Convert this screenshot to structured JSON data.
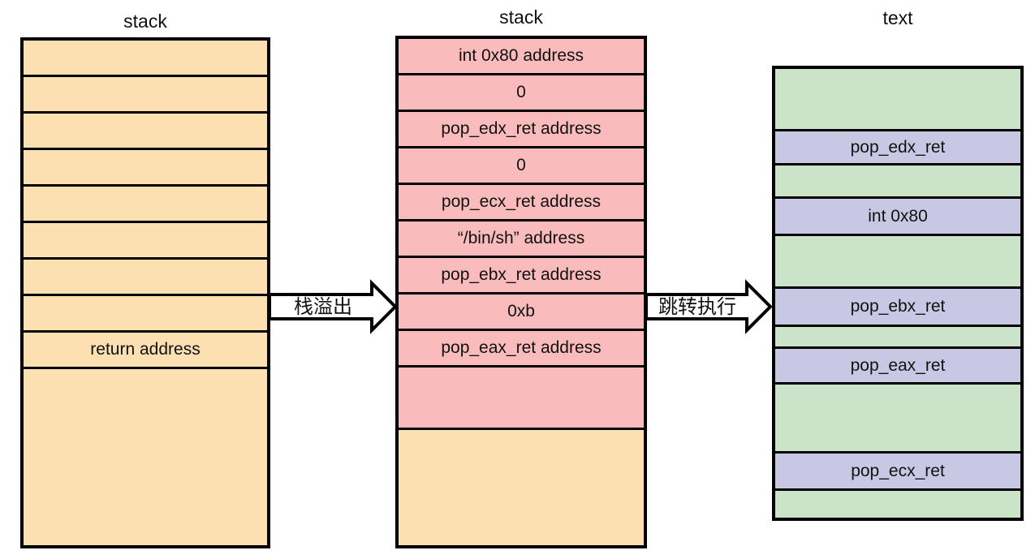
{
  "diagram": {
    "columns": [
      {
        "title": "stack",
        "rows": [
          "",
          "",
          "",
          "",
          "",
          "",
          "",
          "",
          "return address",
          ""
        ]
      },
      {
        "title": "stack",
        "rows": [
          "int 0x80 address",
          "0",
          "pop_edx_ret address",
          "0",
          "pop_ecx_ret address",
          "“/bin/sh” address",
          "pop_ebx_ret address",
          "0xb",
          "pop_eax_ret address",
          "",
          ""
        ]
      },
      {
        "title": "text",
        "rows": [
          "",
          "pop_edx_ret",
          "",
          "int 0x80",
          "",
          "pop_ebx_ret",
          "",
          "pop_eax_ret",
          "",
          "pop_ecx_ret",
          ""
        ]
      }
    ],
    "arrows": [
      {
        "label": "栈溢出"
      },
      {
        "label": "跳转执行"
      }
    ],
    "colors": {
      "stack_fill": "#FCE0B2",
      "overflow_fill": "#FABBBC",
      "text_fill": "#CBE3C8",
      "gadget_fill": "#C9C8E4",
      "border": "#000000",
      "arrow_fill": "#FFFFFF",
      "text_color": "#111111"
    }
  }
}
